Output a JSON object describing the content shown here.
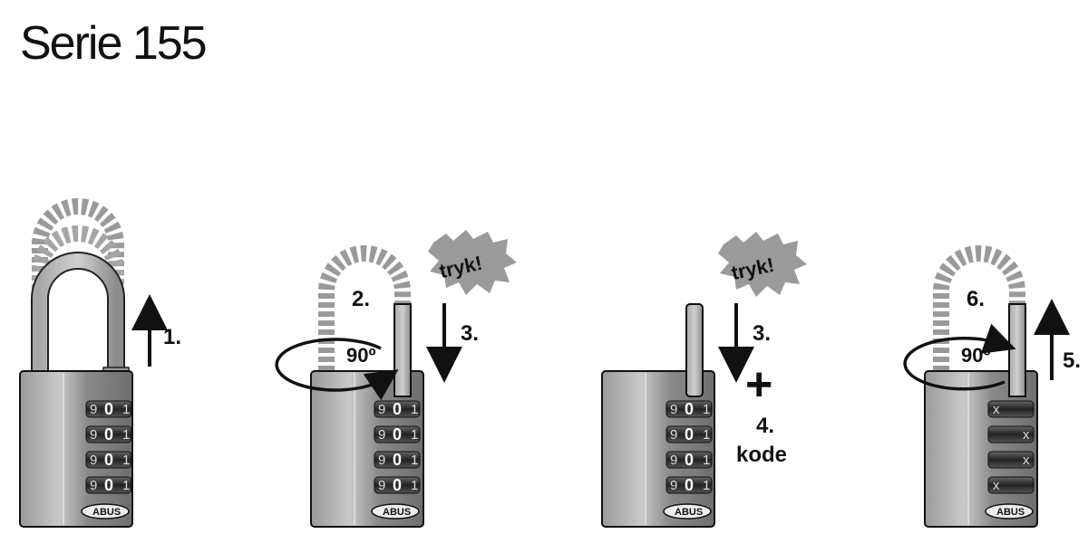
{
  "title": "Serie 155",
  "brand": "ABUS",
  "digits": {
    "left": "9",
    "center": "0",
    "right": "1"
  },
  "code_mark": "x",
  "press_label": "tryk!",
  "steps": {
    "s1": "1.",
    "s2": "2.",
    "s3": "3.",
    "s4": "4.",
    "s5": "5.",
    "s6": "6.",
    "plus": "+",
    "code": "kode",
    "angle": "90º"
  }
}
